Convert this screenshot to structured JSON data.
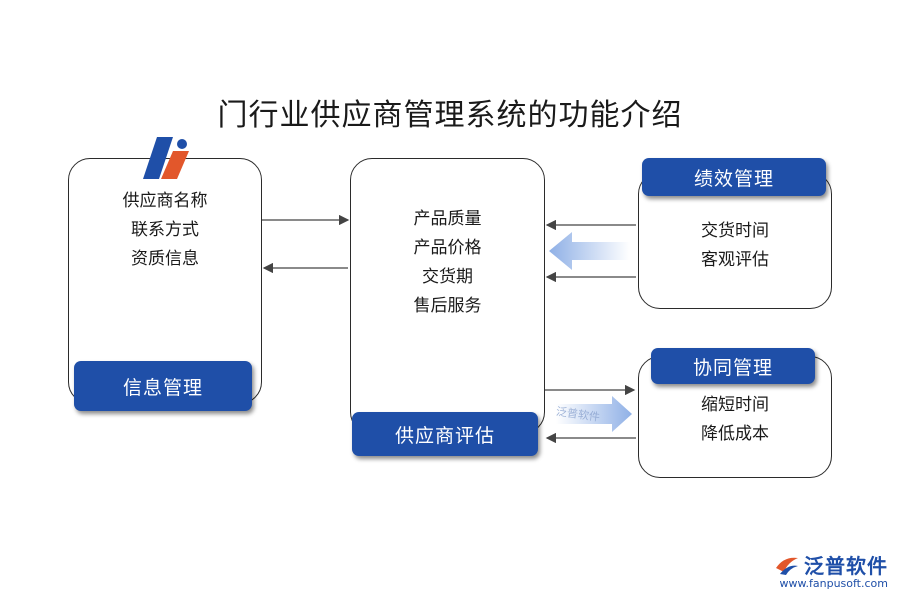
{
  "title": "门行业供应商管理系统的功能介绍",
  "info_box": {
    "lines": [
      "供应商名称",
      "联系方式",
      "资质信息"
    ],
    "label": "信息管理"
  },
  "center_box": {
    "lines": [
      "产品质量",
      "产品价格",
      "交货期",
      "售后服务"
    ],
    "label": "供应商评估"
  },
  "performance_box": {
    "label": "绩效管理",
    "lines": [
      "交货时间",
      "客观评估"
    ]
  },
  "collab_box": {
    "label": "协同管理",
    "lines": [
      "缩短时间",
      "降低成本"
    ]
  },
  "brand": {
    "name": "泛普软件",
    "url": "www.fanpusoft.com",
    "watermark": "泛普软件"
  },
  "colors": {
    "accent": "#1f4fa8",
    "logo_orange": "#e2572b",
    "arrow_gradient": "#8fb0e6"
  }
}
